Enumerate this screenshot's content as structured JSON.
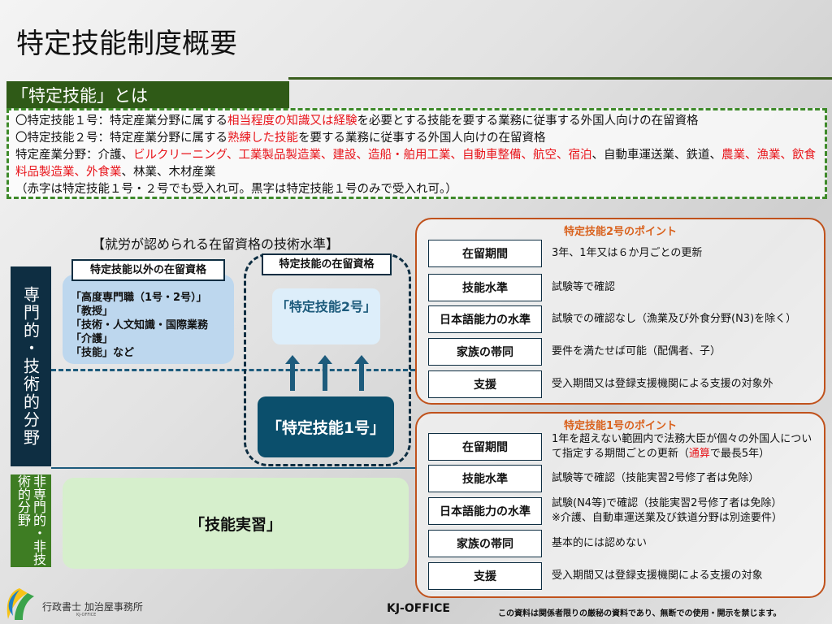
{
  "title": "特定技能制度概要",
  "section": {
    "heading": "「特定技能」とは",
    "line1": {
      "a": "〇特定技能１号：特定産業分野に属する",
      "b": "相当程度の知識又は経験",
      "c": "を必要とする技能を要する業務に従事する外国人向けの在留資格"
    },
    "line2": {
      "a": "〇特定技能２号：特定産業分野に属する",
      "b": "熟練した技能",
      "c": "を要する業務に従事する外国人向けの在留資格"
    },
    "fields_label": "特定産業分野：介護、",
    "fields": [
      {
        "t": "ビルクリーニング、",
        "red": true
      },
      {
        "t": "工業製品製造業、",
        "red": true
      },
      {
        "t": "建設、",
        "red": true
      },
      {
        "t": "造船・舶用工業、",
        "red": true
      },
      {
        "t": "自動車整備、",
        "red": true
      },
      {
        "t": "航空、",
        "red": true
      },
      {
        "t": "宿泊",
        "red": true
      },
      {
        "t": "、自動車運送業、鉄道、",
        "red": false
      },
      {
        "t": "農業、漁業、飲食料品製造業、外食業",
        "red": true
      },
      {
        "t": "、林業、木材産業",
        "red": false
      }
    ],
    "note": "（赤字は特定技能１号・２号でも受入れ可。黒字は特定技能１号のみで受入れ可。）"
  },
  "levels": {
    "heading": "【就労が認められる在留資格の技術水準】",
    "professional": "専門的・技術的分野",
    "non_professional": "非専門的・非技術的分野",
    "other_label": "特定技能以外の在留資格",
    "other_items": [
      "「高度専門職（1号・2号）」",
      "「教授」",
      "「技術・人文知識・国際業務",
      "「介護」",
      "「技能」など"
    ],
    "ssw_label": "特定技能の在留資格",
    "ssw2": "「特定技能2号」",
    "ssw1": "「特定技能1号」",
    "trainee": "「技能実習」"
  },
  "panel2": {
    "title": "特定技能2号のポイント",
    "rows": [
      {
        "label": "在留期間",
        "value": "3年、1年又は６か月ごとの更新"
      },
      {
        "label": "技能水準",
        "value": "試験等で確認"
      },
      {
        "label": "日本語能力の水準",
        "value": "試験での確認なし（漁業及び外食分野(N3)を除く）"
      },
      {
        "label": "家族の帯同",
        "value": "要件を満たせば可能（配偶者、子）"
      },
      {
        "label": "支援",
        "value": "受入期間又は登録支援機関による支援の対象外"
      }
    ]
  },
  "panel1": {
    "title": "特定技能1号のポイント",
    "rows": [
      {
        "label": "在留期間",
        "value": "1年を超えない範囲内で法務大臣が個々の外国人について指定する期間ごとの更新（",
        "value_red": "通算",
        "value_end": "で最長5年）"
      },
      {
        "label": "技能水準",
        "value": "試験等で確認（技能実習2号修了者は免除）"
      },
      {
        "label": "日本語能力の水準",
        "value": "試験(N4等)で確認（技能実習2号修了者は免除）",
        "value2": "※介護、自動車運送業及び鉄道分野は別途要件）"
      },
      {
        "label": "家族の帯同",
        "value": "基本的には認めない"
      },
      {
        "label": "支援",
        "value": "受入期間又は登録支援機関による支援の対象"
      }
    ]
  },
  "footer": {
    "logo_name": "行政書士 加治屋事務所",
    "logo_sub": "KJ-OFFICE",
    "center": "KJ-OFFICE",
    "disclaimer": "この資料は関係者限りの厳秘の資料であり、無断での使用・開示を禁じます。"
  }
}
